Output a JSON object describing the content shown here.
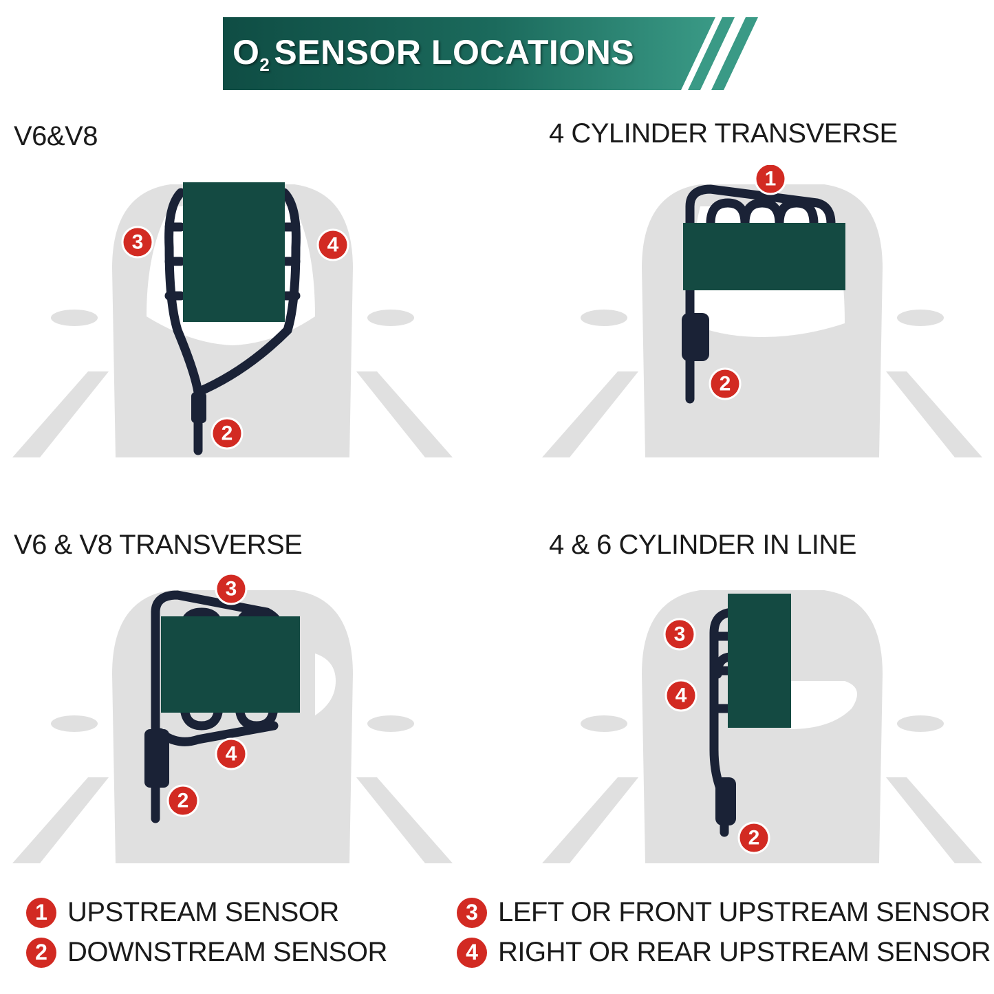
{
  "header": {
    "title_prefix": "O",
    "title_subscript": "2",
    "title_rest": "SENSOR LOCATIONS",
    "colors": {
      "dark": "#0f4d44",
      "light": "#3a9a86"
    }
  },
  "panels": [
    {
      "label": "V6&V8",
      "sensors": [
        "3",
        "4",
        "2"
      ]
    },
    {
      "label": "4 CYLINDER TRANSVERSE",
      "sensors": [
        "1",
        "2"
      ]
    },
    {
      "label": "V6 & V8 TRANSVERSE",
      "sensors": [
        "3",
        "4",
        "2"
      ]
    },
    {
      "label": "4 & 6 CYLINDER IN LINE",
      "sensors": [
        "3",
        "4",
        "2"
      ]
    }
  ],
  "legend": [
    {
      "number": "1",
      "text": "UPSTREAM SENSOR"
    },
    {
      "number": "2",
      "text": "DOWNSTREAM SENSOR"
    },
    {
      "number": "3",
      "text": "LEFT OR FRONT UPSTREAM SENSOR"
    },
    {
      "number": "4",
      "text": "RIGHT OR REAR UPSTREAM SENSOR"
    }
  ],
  "colors": {
    "car_silhouette": "#e0e0e0",
    "engine_block": "#144a42",
    "exhaust_pipe": "#1a2236",
    "badge": "#d22a22"
  }
}
